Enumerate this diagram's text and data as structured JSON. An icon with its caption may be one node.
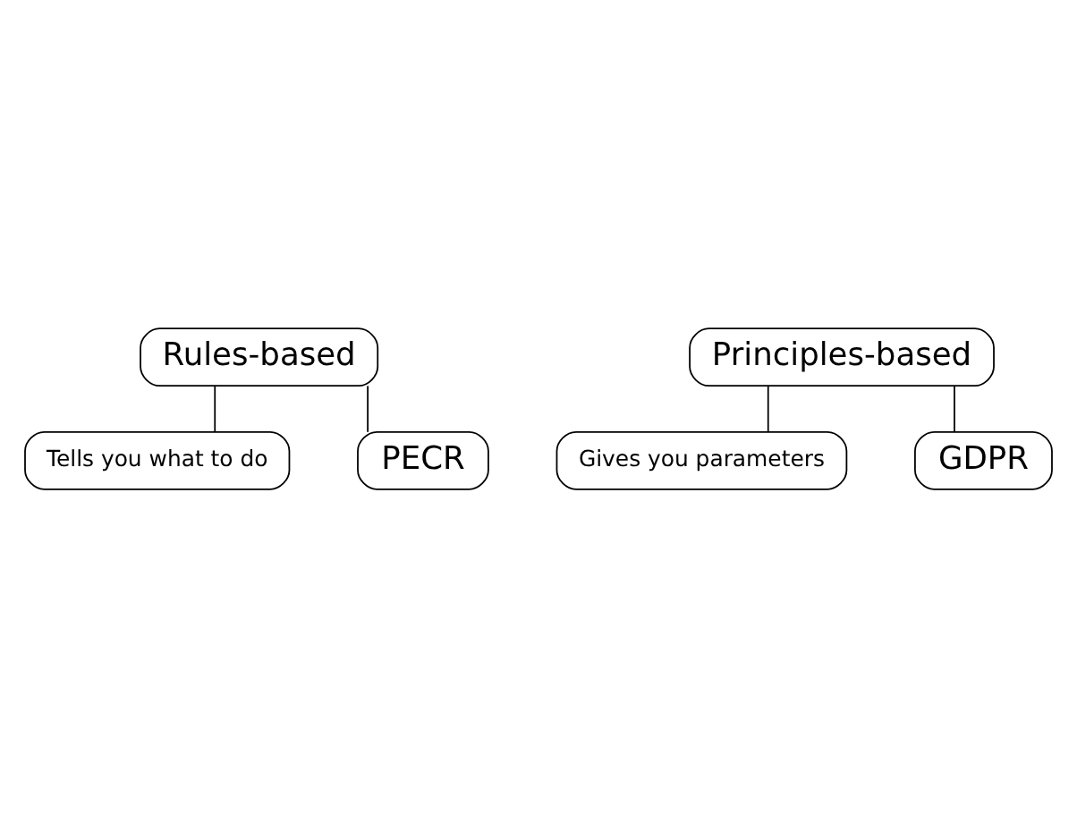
{
  "diagram": {
    "nodes": [
      {
        "text": [
          "Rules-based"
        ]
      },
      {
        "text": [
          "Tells you what to do"
        ]
      },
      {
        "text": [
          "PECR"
        ]
      },
      {
        "text": [
          "Principles-based"
        ]
      },
      {
        "text": [
          "Gives you parameters"
        ]
      },
      {
        "text": [
          "GDPR"
        ]
      }
    ],
    "edges": [
      {
        "from": 0,
        "to": 1,
        "arrow": "none"
      },
      {
        "from": 0,
        "to": 2,
        "arrow": "none"
      },
      {
        "from": 3,
        "to": 4,
        "arrow": "none"
      },
      {
        "from": 3,
        "to": 5,
        "arrow": "none"
      }
    ]
  }
}
